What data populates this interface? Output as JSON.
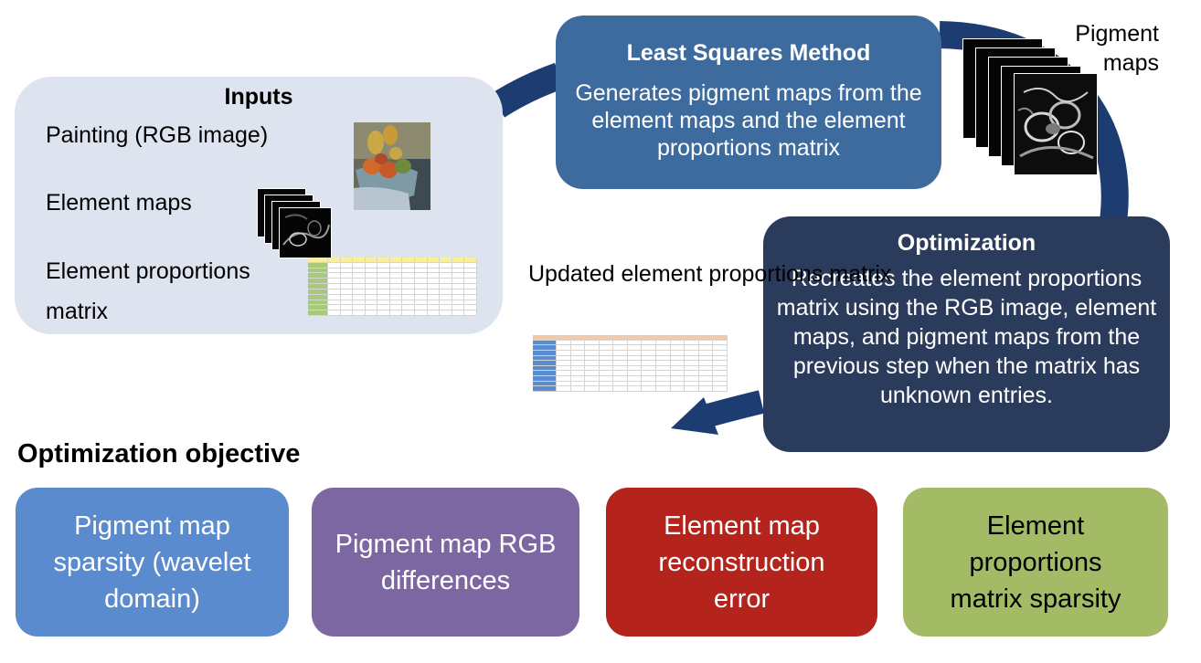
{
  "inputs": {
    "title": "Inputs",
    "painting_label": "Painting (RGB image)",
    "element_maps_label": "Element maps",
    "matrix_label_line1": "Element proportions",
    "matrix_label_line2": "matrix"
  },
  "least_squares": {
    "title": "Least Squares Method",
    "description": "Generates pigment maps from the element maps and the element proportions matrix"
  },
  "pigment_maps_label": "Pigment maps",
  "optimization": {
    "title": "Optimization",
    "description": "Recreates the element proportions matrix using the RGB image, element maps, and pigment maps from the previous step when the matrix has unknown entries."
  },
  "updated_matrix_label": "Updated element proportions matrix",
  "objective": {
    "title": "Optimization objective",
    "terms": [
      {
        "label": "Pigment map sparsity (wavelet domain)",
        "color": "#5b8bcf"
      },
      {
        "label": "Pigment map RGB differences",
        "color": "#7d67a3"
      },
      {
        "label": "Element map reconstruction error",
        "color": "#b5231d"
      },
      {
        "label": "Element proportions matrix sparsity",
        "color": "#a3bb65"
      }
    ]
  },
  "colors": {
    "arrow": "#1c3c72",
    "inputs_box": "#dee4ef",
    "least_squares_box": "#3e6b9e",
    "optimization_box": "#2a3b5c"
  }
}
